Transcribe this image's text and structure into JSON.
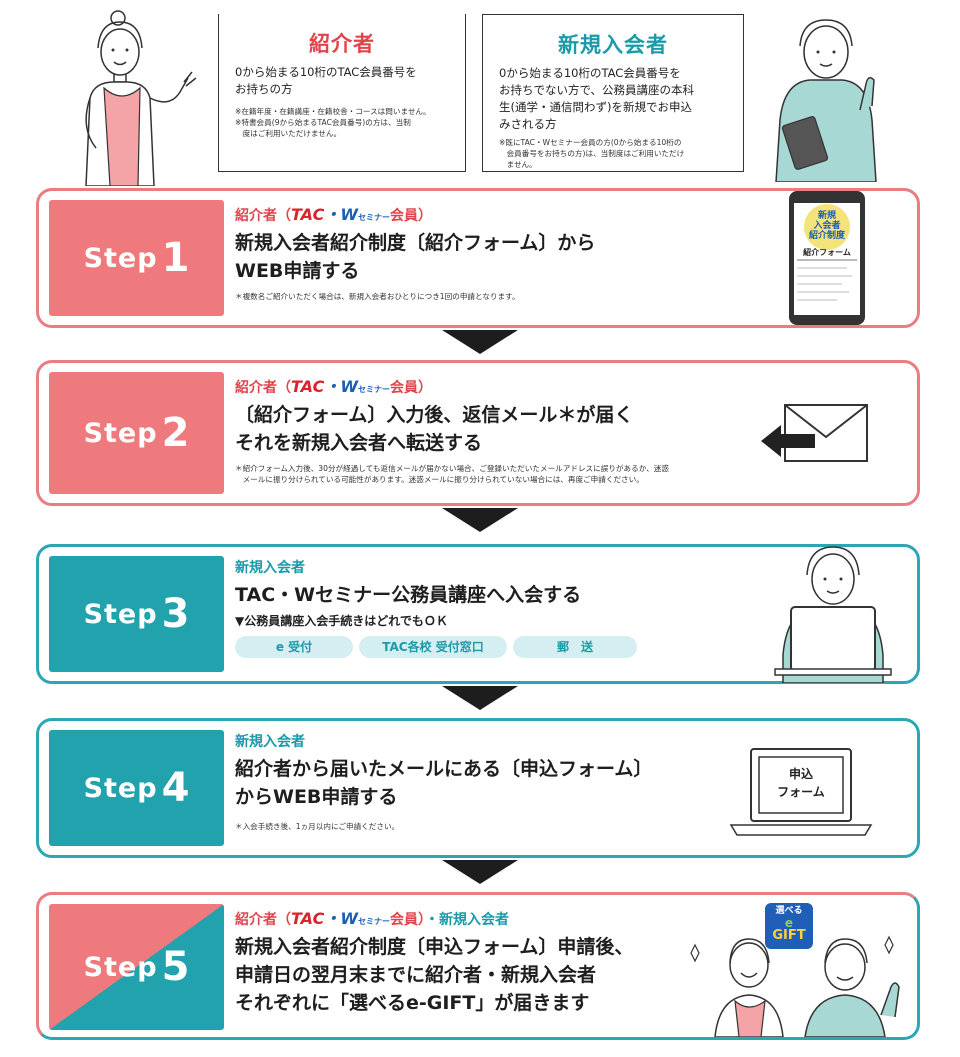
{
  "header": {
    "referrer": {
      "title": "紹介者",
      "desc": "0から始まる10桁のTAC会員番号を\nお持ちの方",
      "note": "※在籍年度・在籍講座・在籍校舎・コースは問いません。\n※特書会員(9から始まるTAC会員番号)の方は、当制\n　度はご利用いただけません。"
    },
    "new_member": {
      "title": "新規入会者",
      "desc": "0から始まる10桁のTAC会員番号を\nお持ちでない方で、公務員講座の本科\n生(通学・通信問わず)を新規でお申込\nみされる方",
      "note": "※既にTAC・Wセミナー会員の方(0から始まる10桁の\n　会員番号をお持ちの方)は、当制度はご利用いただけ\n　ません。"
    }
  },
  "brand": {
    "referrer_prefix": "紹介者（",
    "tac": "TAC",
    "dot": "・",
    "w": "W",
    "seminar": "セミナー",
    "member_suffix": "会員）",
    "new_member_suffix": "・新規入会者"
  },
  "steps": [
    {
      "word": "Step",
      "num": "1",
      "title": "新規入会者紹介制度〔紹介フォーム〕から\nWEB申請する",
      "note": "＊複数名ご紹介いただく場合は、新規入会者おひとりにつき1回の申請となります。",
      "illust": {
        "badge_line1": "新規",
        "badge_line2": "入会者",
        "badge_line3": "紹介制度",
        "form_label": "紹介フォーム"
      }
    },
    {
      "word": "Step",
      "num": "2",
      "title": "〔紹介フォーム〕入力後、返信メール＊が届く\nそれを新規入会者へ転送する",
      "note": "＊紹介フォーム入力後、30分が経過しても返信メールが届かない場合、ご登録いただいたメールアドレスに誤りがあるか、迷惑\n　メールに振り分けられている可能性があります。迷惑メールに振り分けられていない場合には、再度ご申請ください。"
    },
    {
      "word": "Step",
      "num": "3",
      "role": "新規入会者",
      "title": "TAC・Wセミナー公務員講座へ入会する",
      "sub": "▼公務員講座入会手続きはどれでもＯＫ",
      "options": [
        "e 受付",
        "TAC各校 受付窓口",
        "郵　送"
      ]
    },
    {
      "word": "Step",
      "num": "4",
      "role": "新規入会者",
      "title": "紹介者から届いたメールにある〔申込フォーム〕\nからWEB申請する",
      "note": "＊入会手続き後、1ヵ月以内にご申請ください。",
      "illust": {
        "screen_line1": "申込",
        "screen_line2": "フォーム"
      }
    },
    {
      "word": "Step",
      "num": "5",
      "title": "新規入会者紹介制度〔申込フォーム〕申請後、\n申請日の翌月末までに紹介者・新規入会者\nそれぞれに「選べるe-GIFT」が届きます",
      "illust": {
        "gift_line1": "選べる",
        "gift_e": "e",
        "gift_line2": "GIFT"
      }
    }
  ],
  "colors": {
    "pink": "#ef7a7e",
    "teal": "#22a2ad",
    "pink_text": "#e0454c",
    "teal_text": "#1a9aaa"
  }
}
